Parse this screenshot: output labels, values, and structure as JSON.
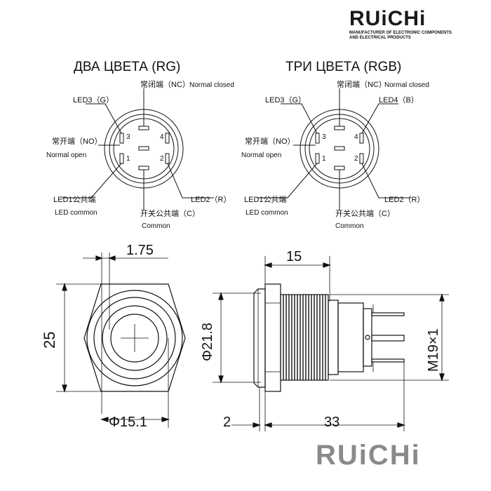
{
  "brand": {
    "logo_top": "RUiCHi",
    "tagline_1": "MANUFACTURER OF ELECTRONIC COMPONENTS",
    "tagline_2": "AND ELECTRICAL PRODUCTS",
    "logo_bottom": "RUiCHi",
    "red": "#e0141e",
    "dark": "#1a1a1a",
    "watermark": "#8a8a8a"
  },
  "left_diagram": {
    "title": "ДВА ЦВЕТА (RG)",
    "nc_cn": "常闭端（NC）",
    "nc_en": "Normal closed",
    "led3": "LED3（G）",
    "no_cn": "常开端（NO）",
    "no_en": "Normal open",
    "led1_cn": "LED1公共端",
    "led1_en": "LED common",
    "led2": "LED2（R）",
    "com_cn": "开关公共端（C）",
    "com_en": "Common",
    "pin3": "3",
    "pin1": "1",
    "pin4": "4",
    "pin2": "2"
  },
  "right_diagram": {
    "title": "ТРИ ЦВЕТА (RGB)",
    "nc_cn": "常闭端（NC）",
    "nc_en": "Normal closed",
    "led3": "LED3（G）",
    "led4": "LED4（B）",
    "no_cn": "常开端（NO）",
    "no_en": "Normal open",
    "led1_cn": "LED1公共端",
    "led1_en": "LED common",
    "led2": "LED2（R）",
    "com_cn": "开关公共端（C）",
    "com_en": "Common",
    "pin3": "3",
    "pin1": "1",
    "pin4": "4",
    "pin2": "2"
  },
  "dimensions": {
    "front_top": "1.75",
    "front_height": "25",
    "front_bottom": "Φ15.1",
    "side_top": "15",
    "side_diameter": "Φ21.8",
    "side_thread": "M19×1",
    "side_bottom_left": "2",
    "side_bottom_right": "33"
  }
}
